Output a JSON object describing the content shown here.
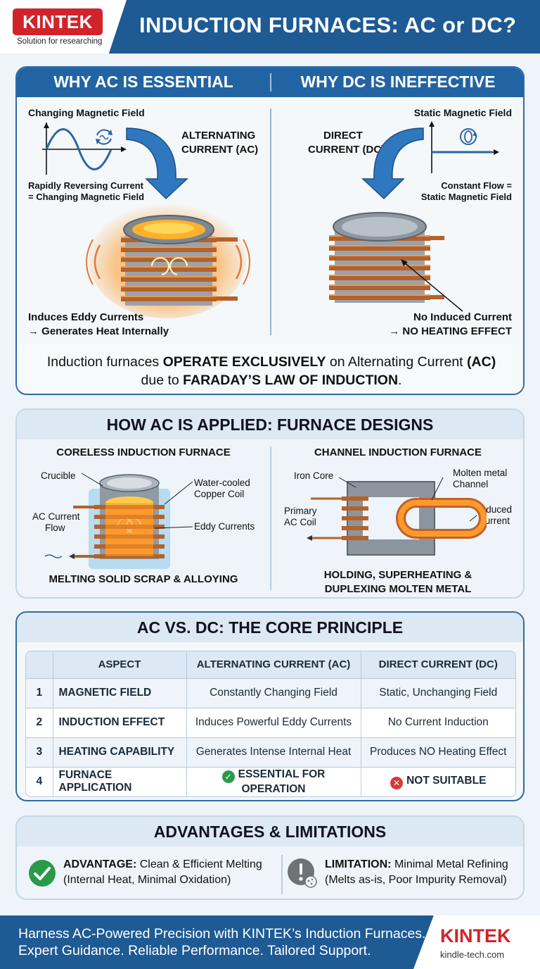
{
  "header": {
    "brand": "KINTEK",
    "tagline": "Solution for researching",
    "title": "INDUCTION FURNACES: AC or DC?"
  },
  "section1": {
    "left_heading": "WHY AC IS ESSENTIAL",
    "right_heading": "WHY DC IS INEFFECTIVE",
    "ac": {
      "field_label": "Changing Magnetic Field",
      "current_label_1": "ALTERNATING",
      "current_label_2": "CURRENT (AC)",
      "reverse_1": "Rapidly Reversing Current",
      "reverse_2": "= Changing Magnetic Field",
      "eddy_1": "Induces Eddy Currents",
      "eddy_2": "→ Generates Heat Internally"
    },
    "dc": {
      "field_label": "Static Magnetic Field",
      "current_label_1": "DIRECT",
      "current_label_2": "CURRENT (DC)",
      "flow_1": "Constant Flow =",
      "flow_2": "Static Magnetic Field",
      "none_1": "No Induced Current",
      "none_2": "→ NO HEATING EFFECT"
    },
    "summary": {
      "p1": "Induction furnaces ",
      "b1": "OPERATE EXCLUSIVELY",
      "p2": " on Alternating Current ",
      "b2": "(AC)",
      "p3": "due to ",
      "b3": "FARADAY’S LAW OF INDUCTION",
      "p4": "."
    }
  },
  "section2": {
    "heading": "HOW AC IS APPLIED: FURNACE DESIGNS",
    "coreless": {
      "title": "CORELESS INDUCTION FURNACE",
      "crucible": "Crucible",
      "coil_1": "Water-cooled",
      "coil_2": "Copper Coil",
      "flow_1": "AC Current",
      "flow_2": "Flow",
      "eddy": "Eddy Currents",
      "caption": "MELTING SOLID SCRAP & ALLOYING"
    },
    "channel": {
      "title": "CHANNEL INDUCTION FURNACE",
      "iron_core": "Iron Core",
      "molten_1": "Molten metal",
      "molten_2": "Channel",
      "primary_1": "Primary",
      "primary_2": "AC Coil",
      "induced_1": "Induced",
      "induced_2": "Current",
      "caption_1": "HOLDING, SUPERHEATING &",
      "caption_2": "DUPLEXING MOLTEN METAL"
    }
  },
  "section3": {
    "heading": "AC VS. DC: THE CORE PRINCIPLE",
    "columns": [
      "",
      "ASPECT",
      "ALTERNATING CURRENT (AC)",
      "DIRECT CURRENT (DC)"
    ],
    "rows": [
      {
        "num": "1",
        "aspect": "MAGNETIC FIELD",
        "ac": "Constantly Changing Field",
        "dc": "Static, Unchanging Field"
      },
      {
        "num": "2",
        "aspect": "INDUCTION EFFECT",
        "ac": "Induces Powerful Eddy Currents",
        "dc": "No Current Induction"
      },
      {
        "num": "3",
        "aspect": "HEATING CAPABILITY",
        "ac": "Generates Intense Internal Heat",
        "dc": "Produces NO Heating Effect"
      },
      {
        "num": "4",
        "aspect": "FURNACE APPLICATION",
        "ac": "ESSENTIAL FOR OPERATION",
        "dc": "NOT SUITABLE"
      }
    ]
  },
  "section4": {
    "heading": "ADVANTAGES & LIMITATIONS",
    "adv_label": "ADVANTAGE:",
    "adv_text": " Clean & Efficient Melting",
    "adv_sub": "(Internal Heat, Minimal Oxidation)",
    "lim_label": "LIMITATION:",
    "lim_text": " Minimal Metal Refining",
    "lim_sub": "(Melts as-is, Poor Impurity Removal)"
  },
  "footer": {
    "line1": "Harness AC-Powered Precision with KINTEK’s Induction Furnaces.",
    "line2": "Expert Guidance. Reliable Performance. Tailored Support.",
    "brand": "KINTEK",
    "url": "kindle-tech.com"
  },
  "colors": {
    "primary_blue": "#1e5a94",
    "brand_red": "#d3232a",
    "copper": "#c8702f",
    "success": "#2a9a4a",
    "danger": "#d83a3a"
  }
}
